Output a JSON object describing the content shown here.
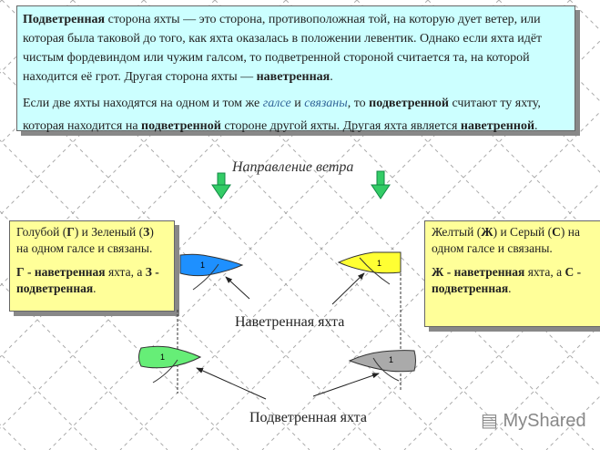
{
  "definition": {
    "p1": {
      "b1": "Подветренная",
      "t1": " сторона яхты — это сторона, противоположная той, на которую дует ветер, или которая была таковой до того, как яхта оказалась в положении левентик. Однако если яхта идёт чистым фордевиндом или чужим галсом, то подветренной стороной считается та, на которой находится её грот. Другая сторона яхты — ",
      "b2": "наветренная",
      "t2": "."
    },
    "p2": {
      "t1": "Если две яхты находятся на одном и том же ",
      "i1": "галсе",
      "t2": " и ",
      "i2": "связаны",
      "t3": ", то ",
      "b1": "подветренной",
      "t4": " считают ту яхту, которая находится на ",
      "b2": "подветренной",
      "t5": " стороне другой яхты. Другая яхта является ",
      "b3": "наветренной",
      "t6": "."
    }
  },
  "wind_label": "Направление ветра",
  "left_note": {
    "t1": "Голубой (",
    "b1": "Г",
    "t2": ") и Зеленый (",
    "b2": "З",
    "t3": ") на одном галсе и связаны.",
    "b3": "Г - наветренная",
    "t4": " яхта, а ",
    "b4": "З - подветренная",
    "t5": "."
  },
  "right_note": {
    "t1": "Желтый (",
    "b1": "Ж",
    "t2": ") и Серый (",
    "b2": "С",
    "t3": ") на одном галсе и связаны.",
    "b3": "Ж - наветренная",
    "t4": " яхта, а ",
    "b4": "С - подветренная",
    "t5": "."
  },
  "boats": [
    {
      "color": "#1e90ff",
      "number": "1"
    },
    {
      "color": "#ffff33",
      "number": "1"
    },
    {
      "color": "#66ee77",
      "number": "1"
    },
    {
      "color": "#aaaaaa",
      "number": "1"
    }
  ],
  "windward_label": "Наветренная яхта",
  "leeward_label": "Подветренная яхта",
  "watermark": "MyShared"
}
